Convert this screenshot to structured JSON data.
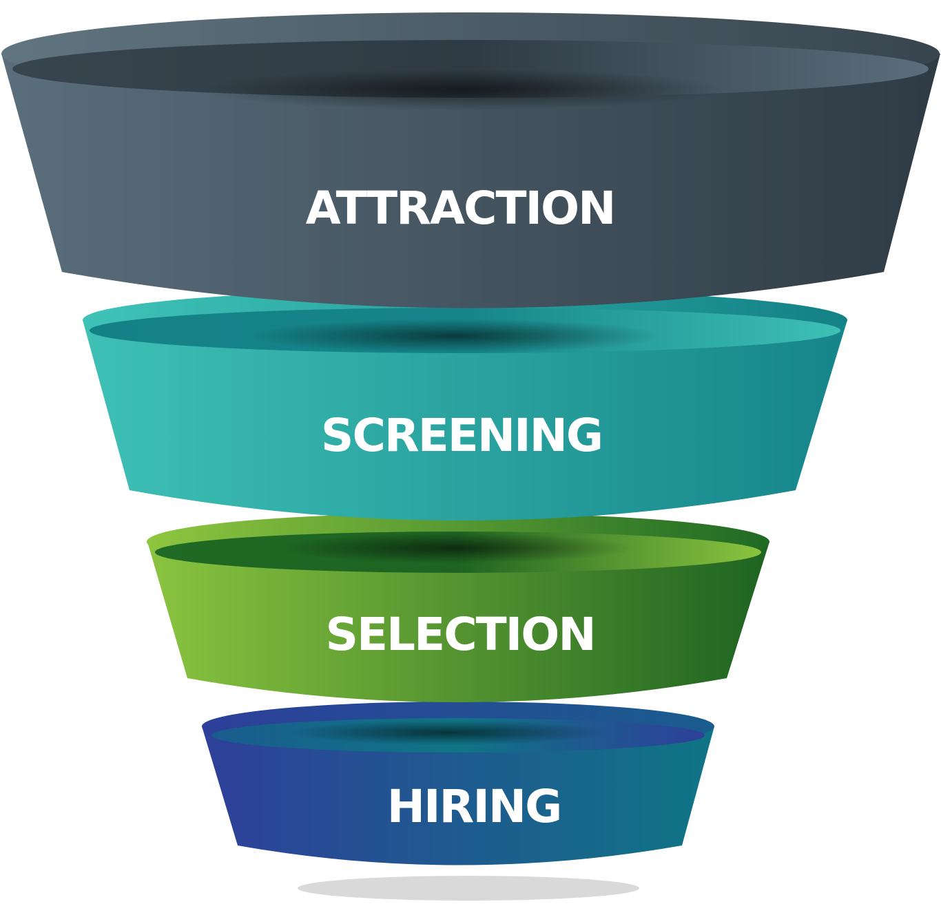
{
  "stages": [
    {
      "label": "ATTRACTION",
      "colors": {
        "top": "#607580",
        "bodyLeft": "#5a6e7c",
        "bodyRight": "#2f3b44",
        "rim": "#38454e"
      }
    },
    {
      "label": "SCREENING",
      "colors": {
        "top": "#3fc3b8",
        "bodyLeft": "#3ec0b5",
        "bodyRight": "#16858a",
        "rim": "#138186"
      }
    },
    {
      "label": "SELECTION",
      "colors": {
        "top": "#8ec63f",
        "bodyLeft": "#8ac43f",
        "bodyRight": "#1e6322",
        "rim": "#1f6a24"
      }
    },
    {
      "label": "HIRING",
      "colors": {
        "top": "#2d3f9a",
        "bodyLeft": "#2e3f9a",
        "bodyRight": "#0f7585",
        "rim": "#1a5c8e"
      }
    }
  ],
  "colors": {
    "label": "#ffffff",
    "shadow": "#d9d9d9"
  }
}
